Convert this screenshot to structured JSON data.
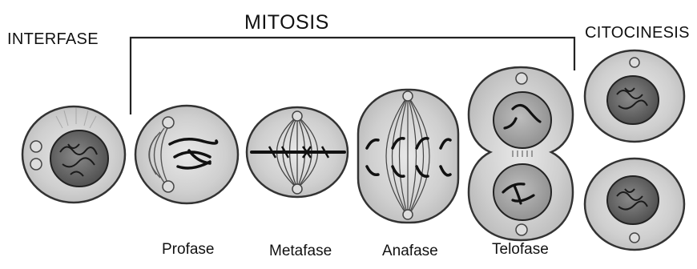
{
  "diagram": {
    "phase_labels": {
      "interphase": "INTERFASE",
      "mitosis": "MITOSIS",
      "cytokinesis": "CITOCINESIS"
    },
    "stage_labels": {
      "prophase": "Profase",
      "metaphase": "Metafase",
      "anaphase": "Anafase",
      "telophase": "Telofase"
    }
  }
}
